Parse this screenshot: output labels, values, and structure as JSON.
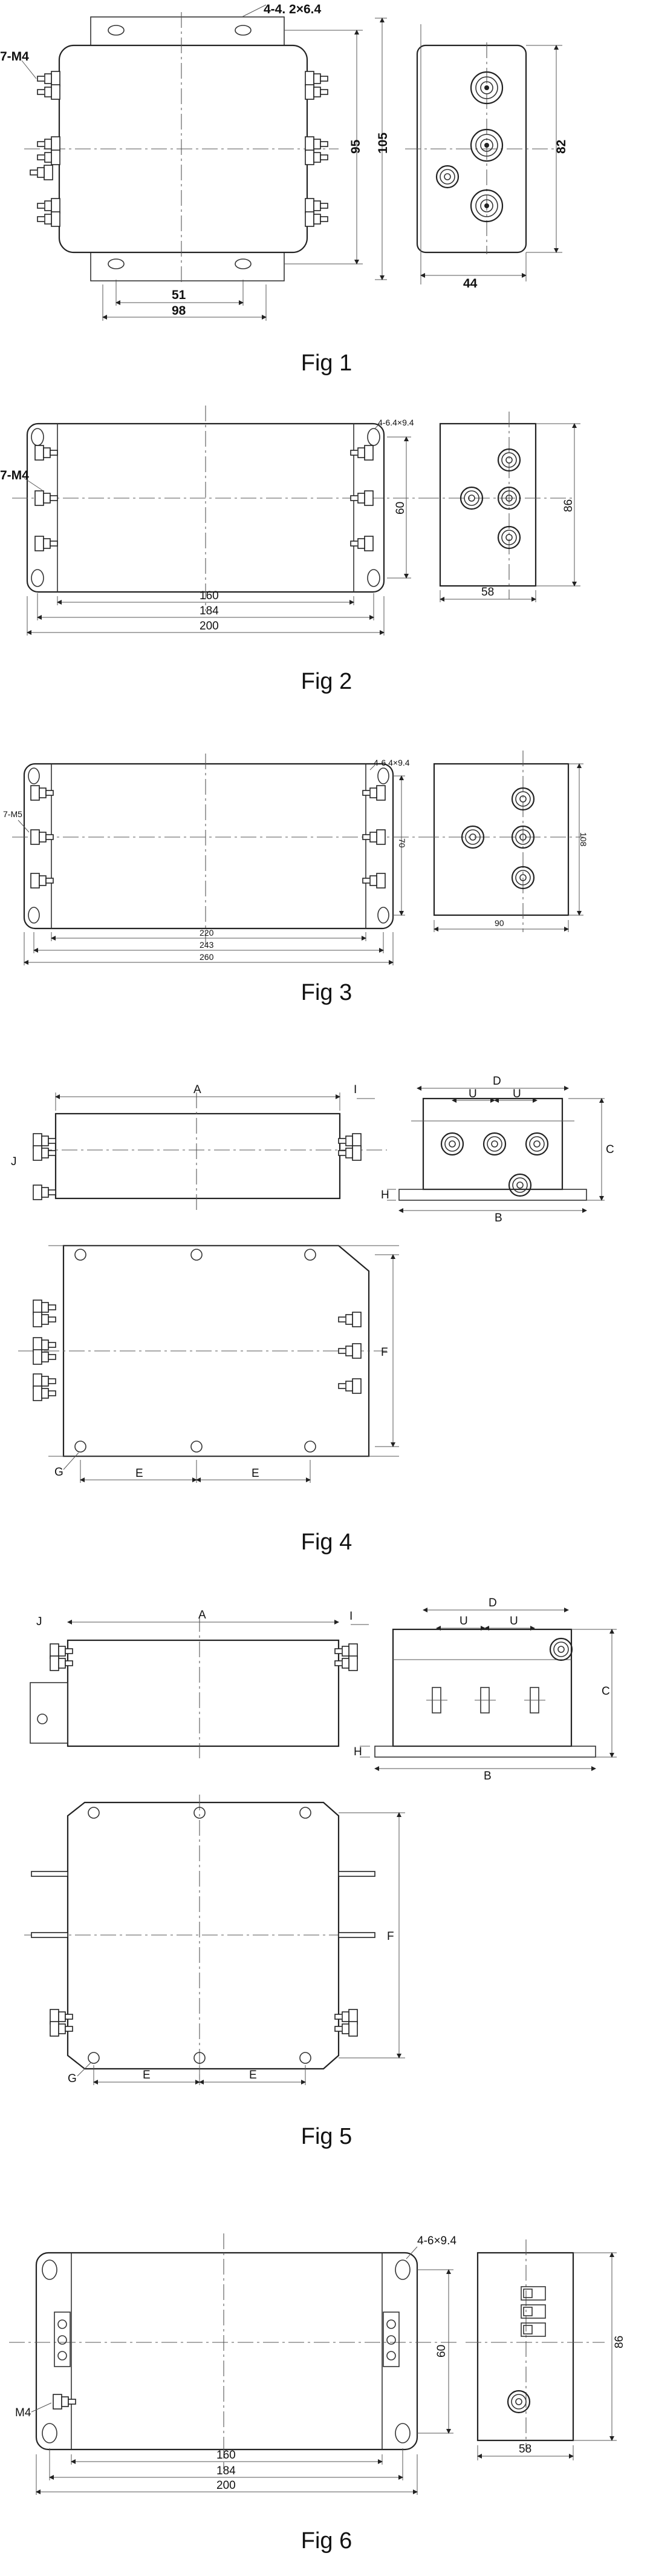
{
  "figures": [
    {
      "caption": "Fig 1",
      "labels": {
        "hole": "4-4. 2×6.4",
        "screw": "7-M4",
        "d51": "51",
        "d98": "98",
        "d95": "95",
        "d105": "105",
        "d82": "82",
        "d44": "44"
      }
    },
    {
      "caption": "Fig 2",
      "labels": {
        "hole": "4-6.4×9.4",
        "screw": "7-M4",
        "d160": "160",
        "d184": "184",
        "d200": "200",
        "d60": "60",
        "d86": "86",
        "d58": "58"
      }
    },
    {
      "caption": "Fig 3",
      "labels": {
        "hole": "4-6.4×9.4",
        "screw": "7-M5",
        "d220": "220",
        "d243": "243",
        "d260": "260",
        "d70": "70",
        "d108": "108",
        "d90": "90"
      }
    },
    {
      "caption": "Fig 4",
      "labels": {
        "A": "A",
        "I": "I",
        "J": "J",
        "D": "D",
        "U1": "U",
        "U2": "U",
        "C": "C",
        "H": "H",
        "B": "B",
        "F": "F",
        "G": "G",
        "E1": "E",
        "E2": "E"
      }
    },
    {
      "caption": "Fig 5",
      "labels": {
        "A": "A",
        "I": "I",
        "J": "J",
        "D": "D",
        "U1": "U",
        "U2": "U",
        "C": "C",
        "H": "H",
        "B": "B",
        "F": "F",
        "G": "G",
        "E1": "E",
        "E2": "E"
      }
    },
    {
      "caption": "Fig 6",
      "labels": {
        "hole": "4-6×9.4",
        "screw": "M4",
        "d160": "160",
        "d184": "184",
        "d200": "200",
        "d60": "60",
        "d86": "86",
        "d58": "58"
      }
    }
  ]
}
